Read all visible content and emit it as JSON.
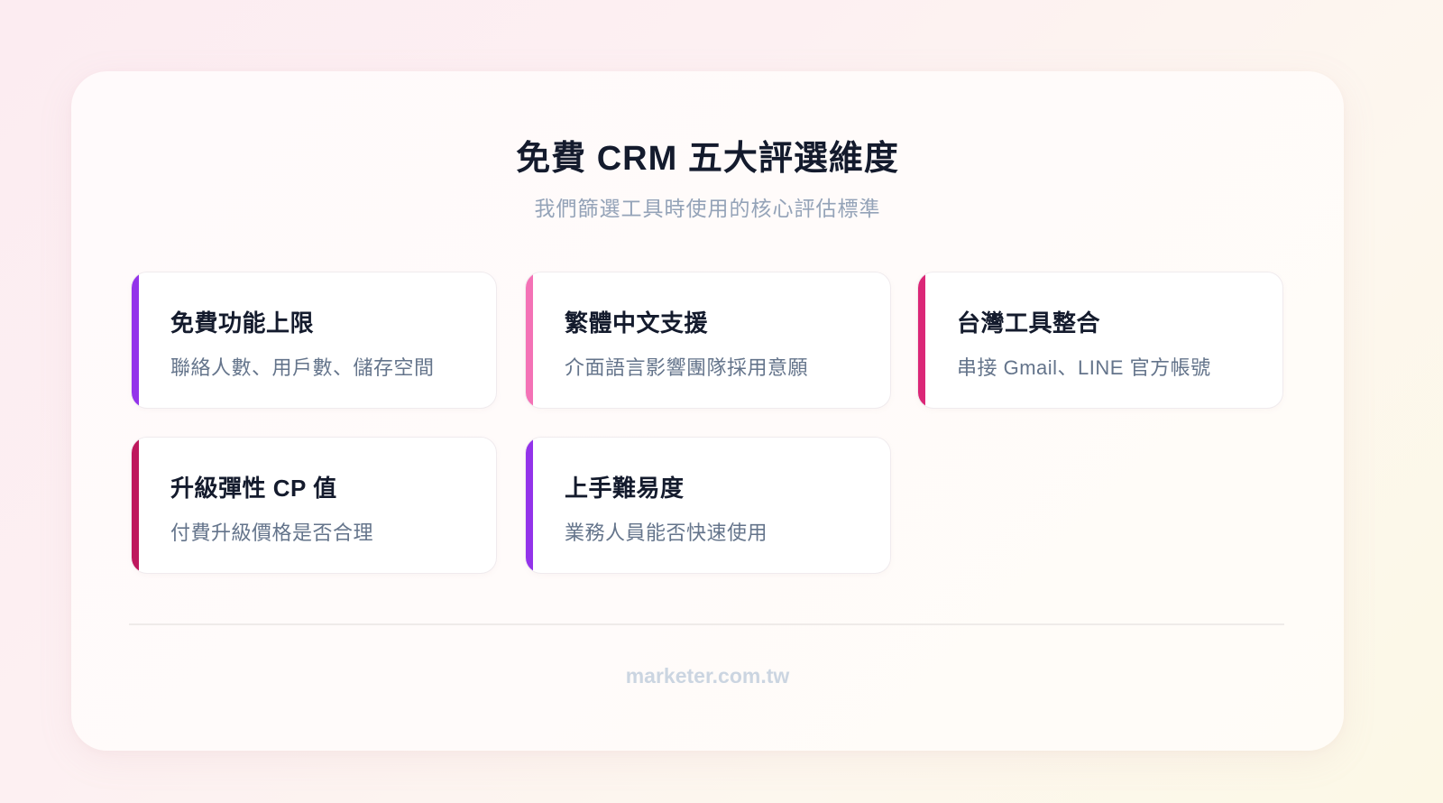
{
  "header": {
    "title": "免費 CRM 五大評選維度",
    "subtitle": "我們篩選工具時使用的核心評估標準"
  },
  "criteria": [
    {
      "title": "免費功能上限",
      "description": "聯絡人數、用戶數、儲存空間",
      "accent_color": "#9333ea"
    },
    {
      "title": "繁體中文支援",
      "description": "介面語言影響團隊採用意願",
      "accent_color": "#f472b6"
    },
    {
      "title": "台灣工具整合",
      "description": "串接 Gmail、LINE 官方帳號",
      "accent_color": "#db2777"
    },
    {
      "title": "升級彈性 CP 值",
      "description": "付費升級價格是否合理",
      "accent_color": "#be185d"
    },
    {
      "title": "上手難易度",
      "description": "業務人員能否快速使用",
      "accent_color": "#9333ea"
    }
  ],
  "footer": {
    "source": "marketer.com.tw"
  }
}
